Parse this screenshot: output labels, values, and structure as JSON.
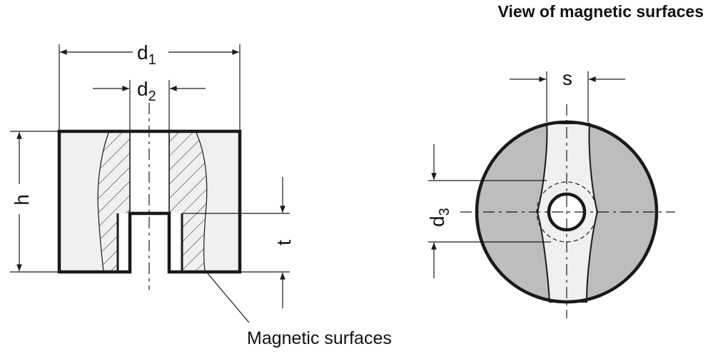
{
  "header": {
    "title": "View of magnetic surfaces"
  },
  "labels": {
    "d1_main": "d",
    "d1_sub": "1",
    "d2_main": "d",
    "d2_sub": "2",
    "d3_main": "d",
    "d3_sub": "3",
    "h": "h",
    "t": "t",
    "s": "s",
    "callout": "Magnetic surfaces"
  },
  "colors": {
    "outline": "#1a1a1a",
    "body_fill": "#f0f0f0",
    "magnet_fill": "#bdbdbd",
    "background": "#ffffff"
  }
}
